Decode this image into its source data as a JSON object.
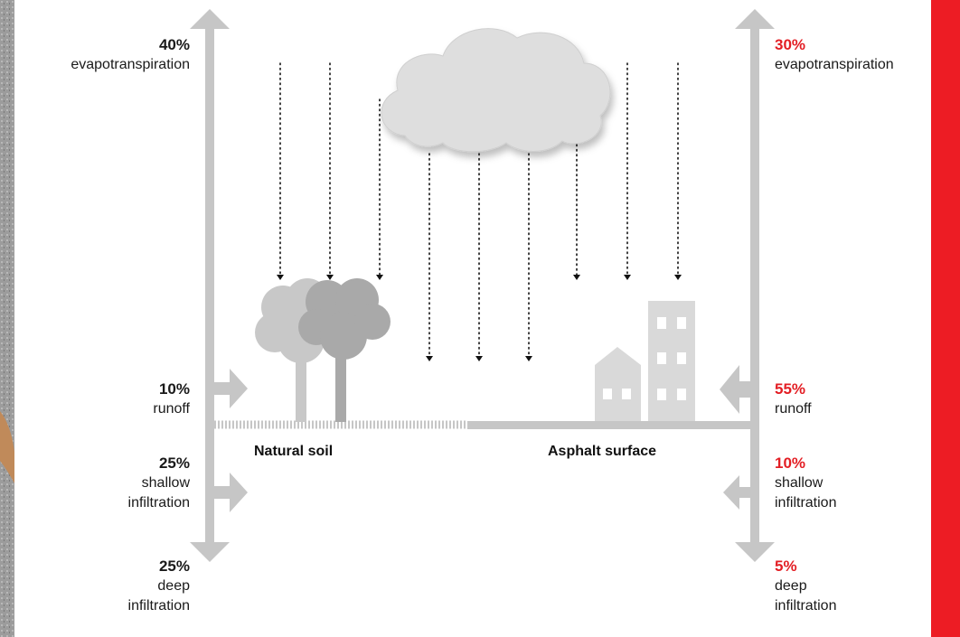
{
  "colors": {
    "accent_red": "#e31e24",
    "arrow_grey": "#c6c6c6",
    "cloud_grey": "#dedede",
    "building_grey": "#d9d9d9",
    "tree_light": "#c8c8c8",
    "tree_dark": "#a9a9a9"
  },
  "icons": [
    "cloud-icon",
    "rain-arrows",
    "trees-icon",
    "buildings-icon"
  ],
  "natural_soil": {
    "caption": "Natural soil",
    "evapotranspiration": {
      "pct": "40%",
      "label": "evapotranspiration"
    },
    "runoff": {
      "pct": "10%",
      "label": "runoff"
    },
    "shallow_infiltration": {
      "pct": "25%",
      "label_line1": "shallow",
      "label_line2": "infiltration"
    },
    "deep_infiltration": {
      "pct": "25%",
      "label_line1": "deep",
      "label_line2": "infiltration"
    }
  },
  "asphalt_surface": {
    "caption": "Asphalt surface",
    "evapotranspiration": {
      "pct": "30%",
      "label": "evapotranspiration"
    },
    "runoff": {
      "pct": "55%",
      "label": "runoff"
    },
    "shallow_infiltration": {
      "pct": "10%",
      "label_line1": "shallow",
      "label_line2": "infiltration"
    },
    "deep_infiltration": {
      "pct": "5%",
      "label_line1": "deep",
      "label_line2": "infiltration"
    }
  }
}
